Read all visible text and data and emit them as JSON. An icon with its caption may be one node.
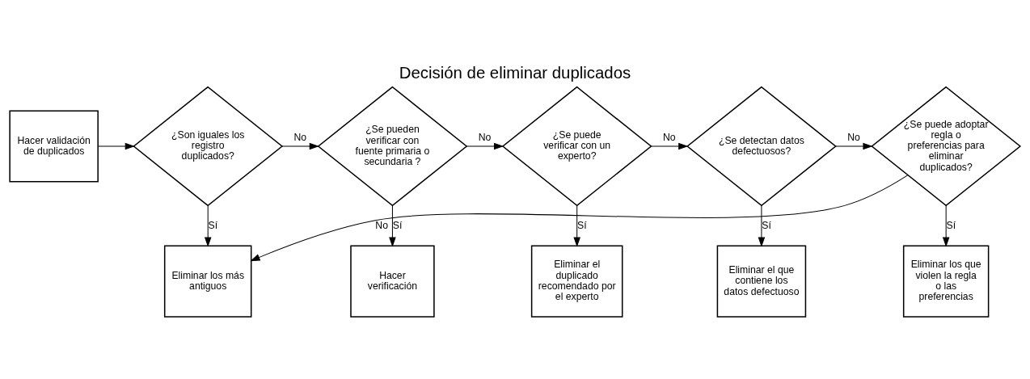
{
  "diagram": {
    "title": "Decisión de eliminar duplicados",
    "nodes": [
      {
        "text": [
          "Hacer validación de duplicados"
        ]
      },
      {
        "text": [
          "¿Son iguales los registro duplicados?"
        ]
      },
      {
        "text": [
          "Eliminar los más antiguos"
        ]
      },
      {
        "text": [
          "¿Se pueden verificar con fuente primaria o secundaria ?"
        ]
      },
      {
        "text": [
          "Hacer verificación"
        ]
      },
      {
        "text": [
          "¿Se puede verificar con un experto?"
        ]
      },
      {
        "text": [
          "Eliminar el duplicado recomendado por el experto"
        ]
      },
      {
        "text": [
          "¿Se detectan datos defectuosos?"
        ]
      },
      {
        "text": [
          "Eliminar el que contiene los datos defectuoso"
        ]
      },
      {
        "text": [
          "¿Se puede adoptar regla o preferencias para eliminar duplicados?"
        ]
      },
      {
        "text": [
          "Eliminar los que violen la regla o las preferencias"
        ]
      }
    ],
    "edges": [
      {
        "from": 0,
        "to": 1,
        "arrow": "to"
      },
      {
        "from": 1,
        "to": 2,
        "label": "Sí",
        "arrow": "to"
      },
      {
        "from": 1,
        "to": 3,
        "label": "No",
        "arrow": "to"
      },
      {
        "from": 3,
        "to": 4,
        "label": "Sí",
        "arrow": "to"
      },
      {
        "from": 3,
        "to": 5,
        "label": "No",
        "arrow": "to"
      },
      {
        "from": 5,
        "to": 6,
        "label": "Sí",
        "arrow": "to"
      },
      {
        "from": 5,
        "to": 7,
        "label": "No",
        "arrow": "to"
      },
      {
        "from": 7,
        "to": 8,
        "label": "Sí",
        "arrow": "to"
      },
      {
        "from": 7,
        "to": 9,
        "label": "No",
        "arrow": "to"
      },
      {
        "from": 9,
        "to": 10,
        "label": "Sí",
        "arrow": "to"
      },
      {
        "from": 9,
        "to": 2,
        "label": "No",
        "arrow": "to"
      }
    ]
  }
}
